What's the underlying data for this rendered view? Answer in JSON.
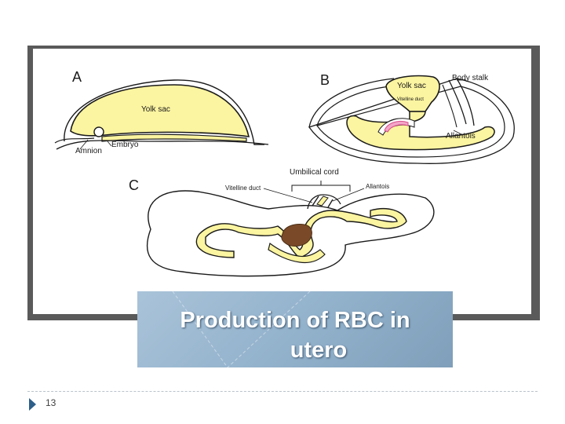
{
  "slide": {
    "title_line1": "Production of RBC in",
    "title_line2": "utero",
    "number": "13"
  },
  "diagram": {
    "panel_a": {
      "letter": "A",
      "yolk_sac": "Yolk sac",
      "embryo": "Embryo",
      "amnion": "Amnion"
    },
    "panel_b": {
      "letter": "B",
      "yolk_sac": "Yolk sac",
      "vitelline_duct": "Vitelline duct",
      "body_stalk": "Body stalk",
      "allantois": "Allantois"
    },
    "panel_c": {
      "letter": "C",
      "umbilical_cord": "Umbilical cord",
      "vitelline_duct": "Vitelline duct",
      "allantois": "Allantois"
    }
  },
  "colors": {
    "yolk": "#fbf4a0",
    "frame": "#5a5a5a",
    "liver": "#7a4a28",
    "heart": "#f3a6c8",
    "accent": "#2d5f8a"
  }
}
